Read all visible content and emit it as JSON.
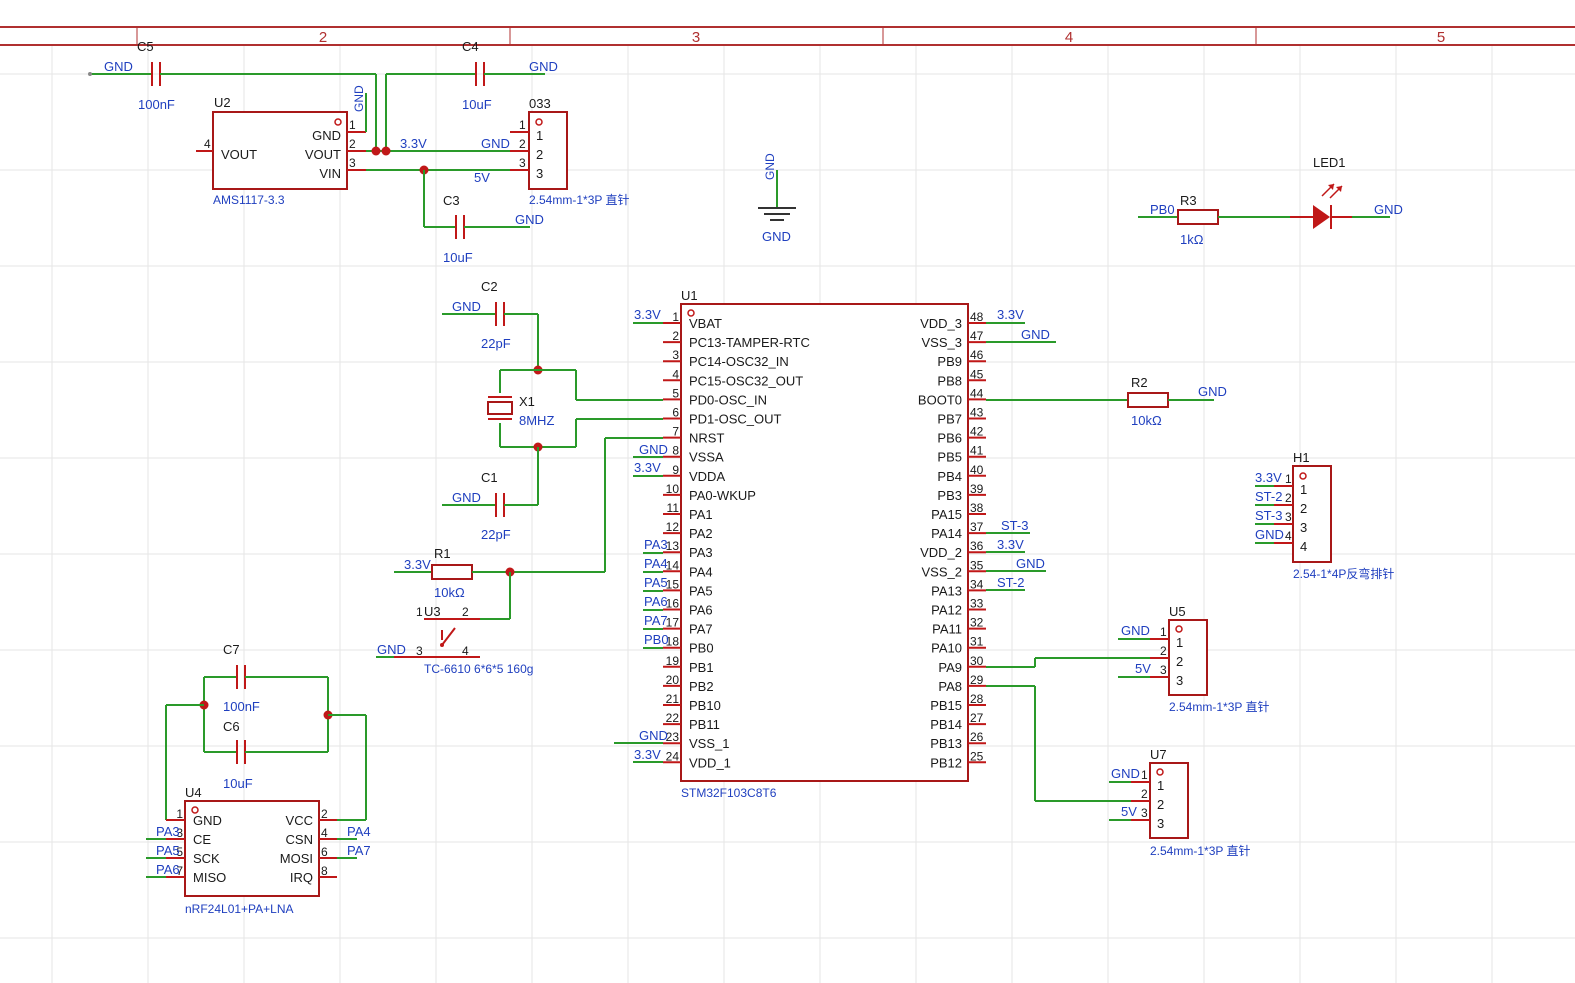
{
  "frame": {
    "columns": [
      "2",
      "3",
      "4",
      "5"
    ]
  },
  "components": {
    "c5": {
      "ref": "C5",
      "value": "100nF"
    },
    "c4": {
      "ref": "C4",
      "value": "10uF"
    },
    "c3": {
      "ref": "C3",
      "value": "10uF"
    },
    "c2": {
      "ref": "C2",
      "value": "22pF"
    },
    "c1": {
      "ref": "C1",
      "value": "22pF"
    },
    "c7": {
      "ref": "C7",
      "value": "100nF"
    },
    "c6": {
      "ref": "C6",
      "value": "10uF"
    },
    "u2": {
      "ref": "U2",
      "part": "AMS1117-3.3",
      "pins": [
        "VOUT",
        "GND",
        "VOUT",
        "VIN"
      ],
      "numbers": [
        "4",
        "1",
        "2",
        "3"
      ]
    },
    "j033": {
      "ref": "033",
      "part": "2.54mm-1*3P 直针",
      "pins": [
        "1",
        "2",
        "3"
      ]
    },
    "r3": {
      "ref": "R3",
      "value": "1kΩ"
    },
    "led1": {
      "ref": "LED1"
    },
    "x1": {
      "ref": "X1",
      "value": "8MHZ"
    },
    "u1": {
      "ref": "U1",
      "part": "STM32F103C8T6",
      "left": [
        {
          "n": "1",
          "name": "VBAT"
        },
        {
          "n": "2",
          "name": "PC13-TAMPER-RTC"
        },
        {
          "n": "3",
          "name": "PC14-OSC32_IN"
        },
        {
          "n": "4",
          "name": "PC15-OSC32_OUT"
        },
        {
          "n": "5",
          "name": "PD0-OSC_IN"
        },
        {
          "n": "6",
          "name": "PD1-OSC_OUT"
        },
        {
          "n": "7",
          "name": "NRST"
        },
        {
          "n": "8",
          "name": "VSSA"
        },
        {
          "n": "9",
          "name": "VDDA"
        },
        {
          "n": "10",
          "name": "PA0-WKUP"
        },
        {
          "n": "11",
          "name": "PA1"
        },
        {
          "n": "12",
          "name": "PA2"
        },
        {
          "n": "13",
          "name": "PA3"
        },
        {
          "n": "14",
          "name": "PA4"
        },
        {
          "n": "15",
          "name": "PA5"
        },
        {
          "n": "16",
          "name": "PA6"
        },
        {
          "n": "17",
          "name": "PA7"
        },
        {
          "n": "18",
          "name": "PB0"
        },
        {
          "n": "19",
          "name": "PB1"
        },
        {
          "n": "20",
          "name": "PB2"
        },
        {
          "n": "21",
          "name": "PB10"
        },
        {
          "n": "22",
          "name": "PB11"
        },
        {
          "n": "23",
          "name": "VSS_1"
        },
        {
          "n": "24",
          "name": "VDD_1"
        }
      ],
      "right": [
        {
          "n": "48",
          "name": "VDD_3"
        },
        {
          "n": "47",
          "name": "VSS_3"
        },
        {
          "n": "46",
          "name": "PB9"
        },
        {
          "n": "45",
          "name": "PB8"
        },
        {
          "n": "44",
          "name": "BOOT0"
        },
        {
          "n": "43",
          "name": "PB7"
        },
        {
          "n": "42",
          "name": "PB6"
        },
        {
          "n": "41",
          "name": "PB5"
        },
        {
          "n": "40",
          "name": "PB4"
        },
        {
          "n": "39",
          "name": "PB3"
        },
        {
          "n": "38",
          "name": "PA15"
        },
        {
          "n": "37",
          "name": "PA14"
        },
        {
          "n": "36",
          "name": "VDD_2"
        },
        {
          "n": "35",
          "name": "VSS_2"
        },
        {
          "n": "34",
          "name": "PA13"
        },
        {
          "n": "33",
          "name": "PA12"
        },
        {
          "n": "32",
          "name": "PA11"
        },
        {
          "n": "31",
          "name": "PA10"
        },
        {
          "n": "30",
          "name": "PA9"
        },
        {
          "n": "29",
          "name": "PA8"
        },
        {
          "n": "28",
          "name": "PB15"
        },
        {
          "n": "27",
          "name": "PB14"
        },
        {
          "n": "26",
          "name": "PB13"
        },
        {
          "n": "25",
          "name": "PB12"
        }
      ]
    },
    "r2": {
      "ref": "R2",
      "value": "10kΩ"
    },
    "h1": {
      "ref": "H1",
      "part": "2.54-1*4P反弯排针",
      "pins": [
        "1",
        "2",
        "3",
        "4"
      ]
    },
    "r1": {
      "ref": "R1",
      "value": "10kΩ"
    },
    "u3": {
      "ref": "U3",
      "part": "TC-6610 6*6*5 160g",
      "pins": [
        "1",
        "2",
        "3",
        "4"
      ]
    },
    "u5": {
      "ref": "U5",
      "part": "2.54mm-1*3P 直针",
      "pins": [
        "1",
        "2",
        "3"
      ]
    },
    "u7": {
      "ref": "U7",
      "part": "2.54mm-1*3P 直针",
      "pins": [
        "1",
        "2",
        "3"
      ]
    },
    "u4": {
      "ref": "U4",
      "part": "nRF24L01+PA+LNA",
      "left": [
        {
          "n": "1",
          "name": "GND"
        },
        {
          "n": "3",
          "name": "CE"
        },
        {
          "n": "5",
          "name": "SCK"
        },
        {
          "n": "7",
          "name": "MISO"
        }
      ],
      "right": [
        {
          "n": "2",
          "name": "VCC"
        },
        {
          "n": "4",
          "name": "CSN"
        },
        {
          "n": "6",
          "name": "MOSI"
        },
        {
          "n": "8",
          "name": "IRQ"
        }
      ]
    }
  },
  "nets": {
    "gnd": "GND",
    "v33": "3.3V",
    "v5": "5V",
    "pa3": "PA3",
    "pa4": "PA4",
    "pa5": "PA5",
    "pa6": "PA6",
    "pa7": "PA7",
    "pb0": "PB0",
    "st2": "ST-2",
    "st3": "ST-3",
    "st22": "ST-2",
    "st33": "ST-3"
  },
  "colors": {
    "wire": "#2a9a2a",
    "part": "#c01818",
    "net_label": "#1f3fbf",
    "grid": "#e6e6e6"
  }
}
